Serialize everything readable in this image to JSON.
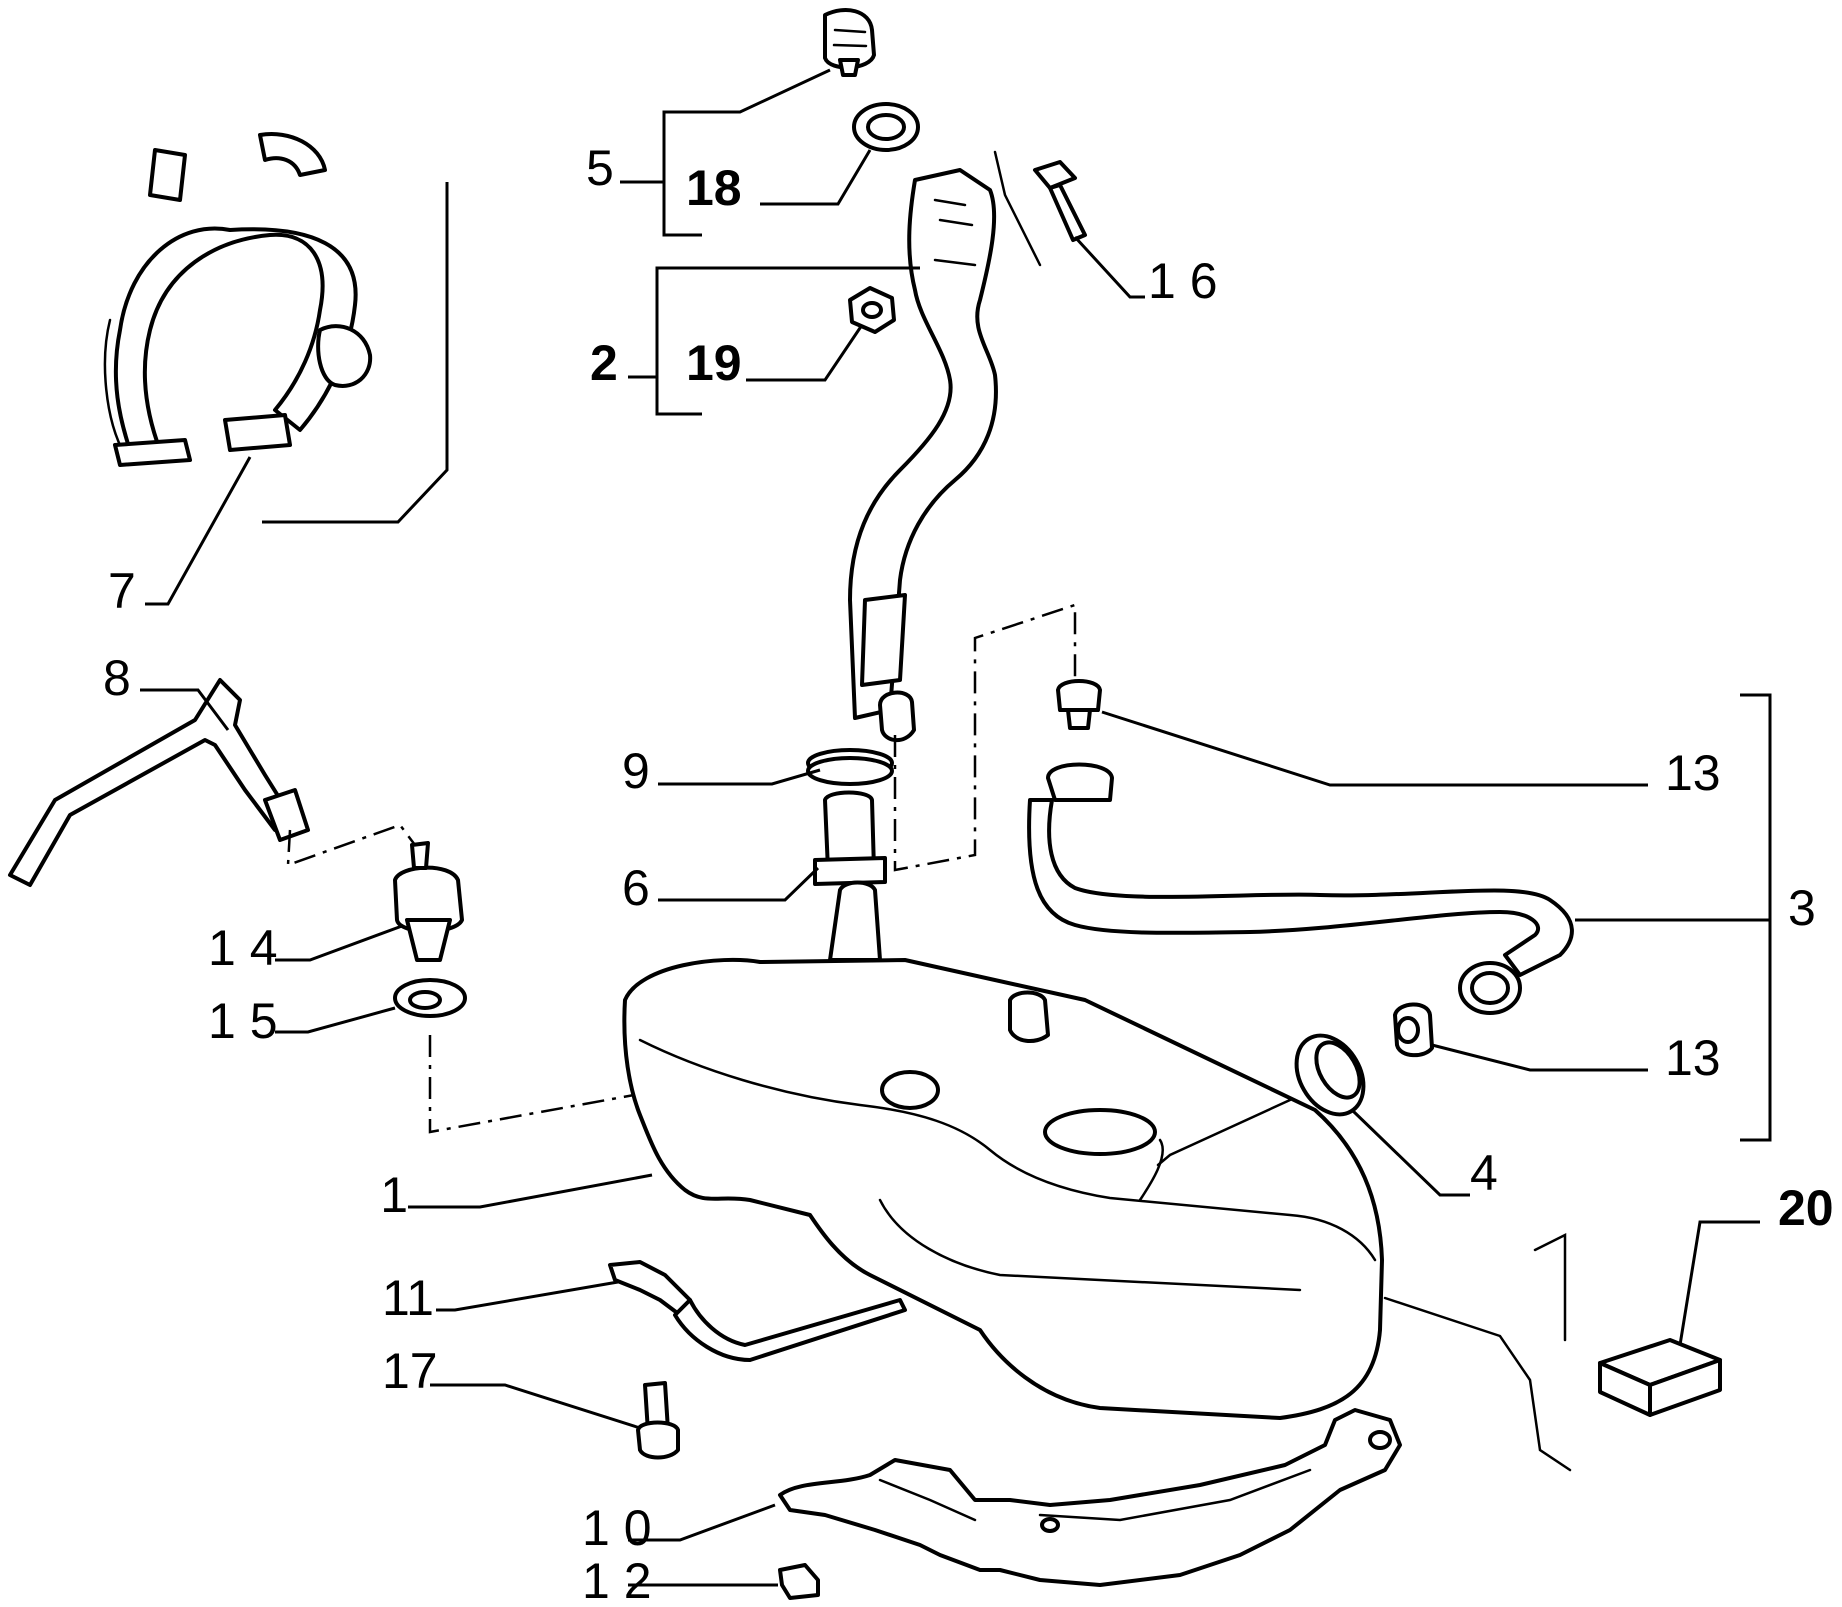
{
  "diagram": {
    "labels": {
      "l1": "1",
      "l2": "2",
      "l3": "3",
      "l4": "4",
      "l5": "5",
      "l6": "6",
      "l7": "7",
      "l8": "8",
      "l9": "9",
      "l10": "1 0",
      "l11": "11",
      "l12": "1 2",
      "l13a": "13",
      "l13b": "13",
      "l14": "1 4",
      "l15": "1 5",
      "l16": "1 6",
      "l17": "17",
      "l18": "18",
      "l19": "19",
      "l20": "20"
    }
  }
}
